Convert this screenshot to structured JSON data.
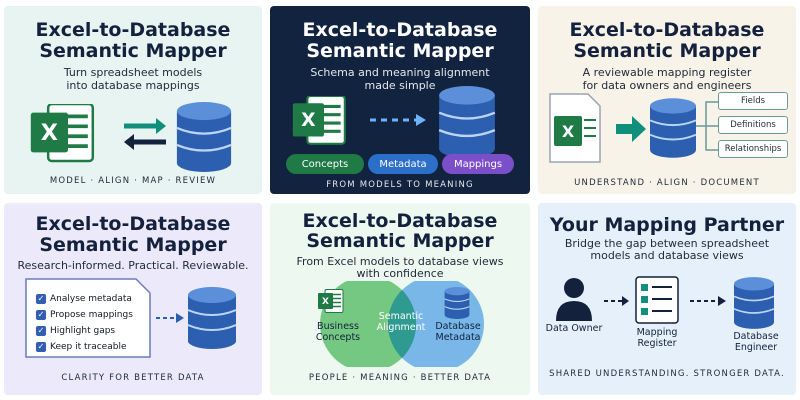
{
  "card1": {
    "title_line1": "Excel-to-Database",
    "title_line2": "Semantic Mapper",
    "subtitle_line1": "Turn spreadsheet models",
    "subtitle_line2": "into database mappings",
    "footer": "MODEL · ALIGN · MAP · REVIEW"
  },
  "card2": {
    "title_line1": "Excel-to-Database",
    "title_line2": "Semantic Mapper",
    "subtitle_line1": "Schema and meaning alignment",
    "subtitle_line2": "made simple",
    "pills": [
      "Concepts",
      "Metadata",
      "Mappings"
    ],
    "footer": "FROM MODELS TO MEANING"
  },
  "card3": {
    "title_line1": "Excel-to-Database",
    "title_line2": "Semantic Mapper",
    "subtitle_line1": "A reviewable mapping register",
    "subtitle_line2": "for data owners and engineers",
    "boxes": [
      "Fields",
      "Definitions",
      "Relationships"
    ],
    "footer": "UNDERSTAND · ALIGN · DOCUMENT"
  },
  "card4": {
    "title_line1": "Excel-to-Database",
    "title_line2": "Semantic Mapper",
    "subtitle": "Research-informed. Practical. Reviewable.",
    "checklist": [
      "Analyse metadata",
      "Propose mappings",
      "Highlight gaps",
      "Keep it traceable"
    ],
    "footer": "CLARITY FOR BETTER DATA"
  },
  "card5": {
    "title_line1": "Excel-to-Database",
    "title_line2": "Semantic Mapper",
    "subtitle_line1": "From Excel models to database views",
    "subtitle_line2": "with confidence",
    "left_label_line1": "Business",
    "left_label_line2": "Concepts",
    "center_label_line1": "Semantic",
    "center_label_line2": "Alignment",
    "right_label_line1": "Database",
    "right_label_line2": "Metadata",
    "footer": "PEOPLE · MEANING · BETTER DATA"
  },
  "card6": {
    "title": "Your Mapping Partner",
    "subtitle_line1": "Bridge the gap between spreadsheet",
    "subtitle_line2": "models and database views",
    "owner_label": "Data Owner",
    "register_line1": "Mapping",
    "register_line2": "Register",
    "engineer_line1": "Database",
    "engineer_line2": "Engineer",
    "footer": "SHARED UNDERSTANDING. STRONGER DATA."
  },
  "icons": {
    "excel_letter": "X",
    "check_mark": "✓"
  },
  "colors": {
    "excel_green": "#1f7a45",
    "db_blue": "#2c5fb0",
    "teal": "#0f8f7c",
    "navy": "#11233f"
  }
}
